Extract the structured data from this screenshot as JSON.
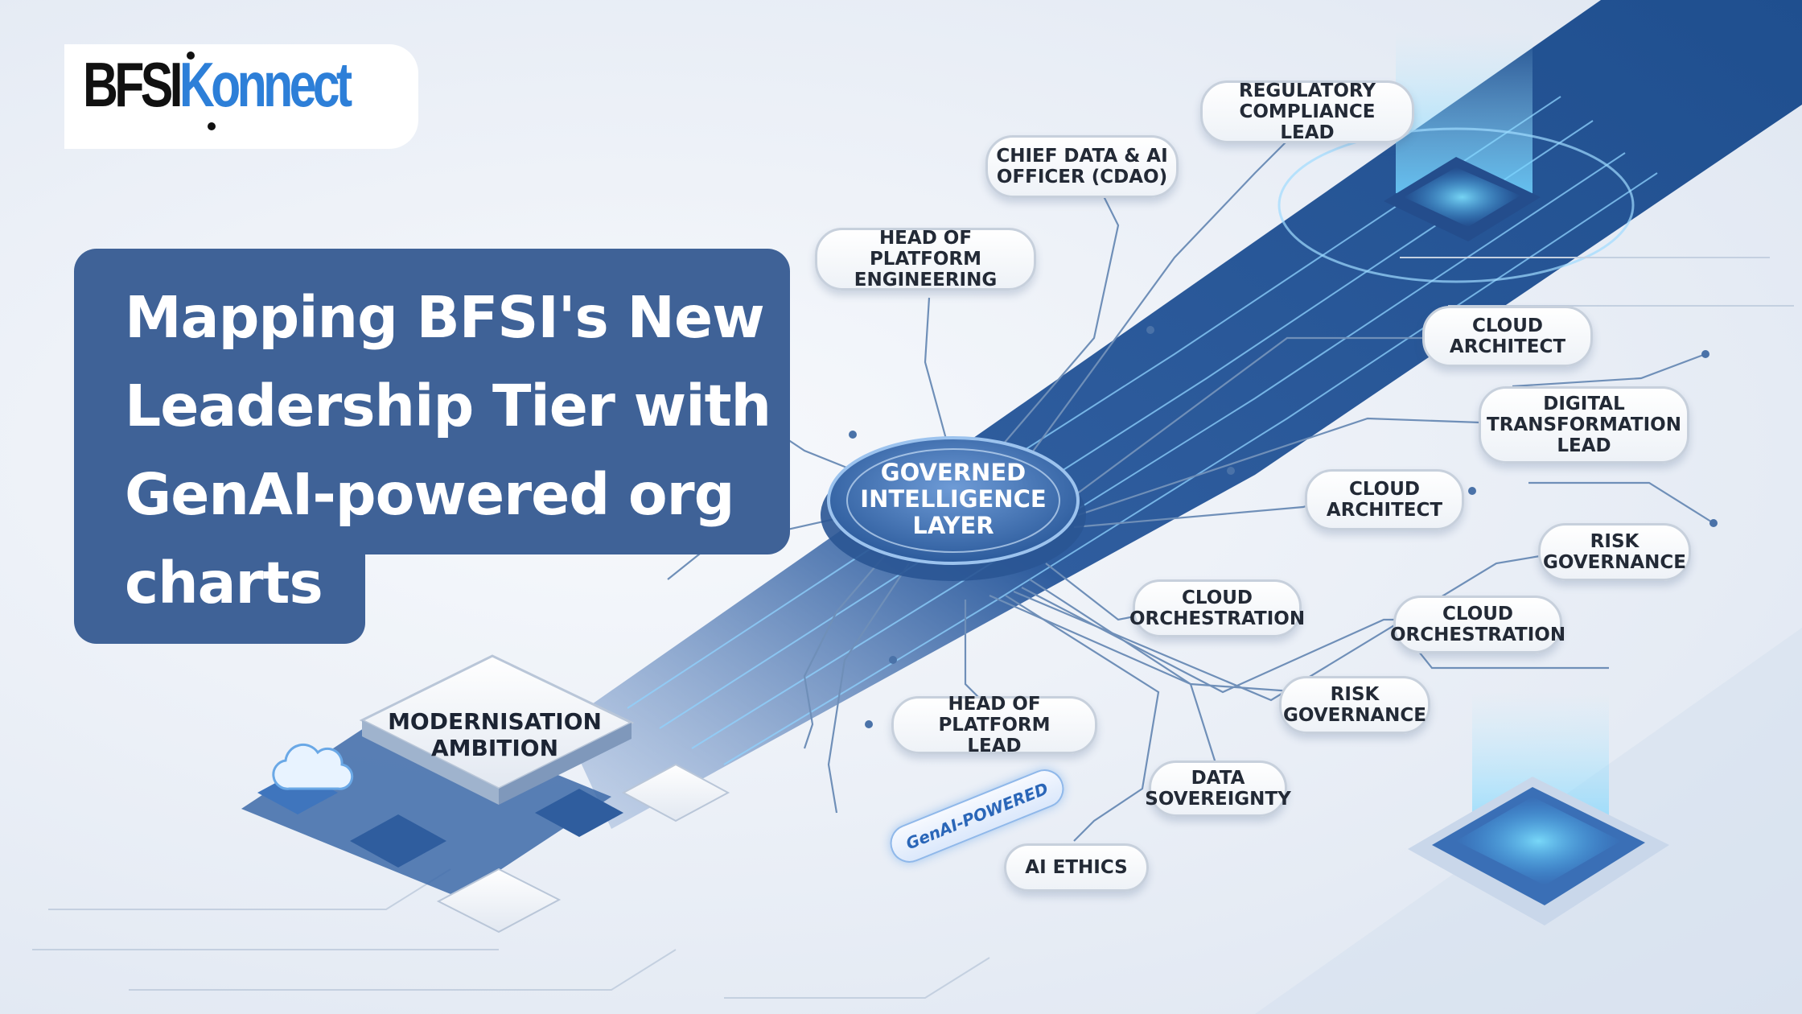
{
  "brand": {
    "prefix": "BFSI",
    "suffix": "Konnect"
  },
  "headline": "Mapping BFSI's New Leadership Tier with GenAI-powered org charts",
  "hub": {
    "label": "GOVERNED\nINTELLIGENCE\nLAYER"
  },
  "modernisation": {
    "label": "MODERNISATION\nAMBITION"
  },
  "badge": {
    "label": "GenAI-POWERED"
  },
  "nodes": {
    "regulatory": "REGULATORY\nCOMPLIANCE LEAD",
    "cdao": "CHIEF DATA & AI\nOFFICER (CDAO)",
    "platform_eng": "HEAD OF PLATFORM\nENGINEERING",
    "cloud_architect_1": "CLOUD\nARCHITECT",
    "digital_transformation": "DIGITAL\nTRANSFORMATION\nLEAD",
    "cloud_architect_2": "CLOUD\nARCHITECT",
    "risk_governance_1": "RISK\nGOVERNANCE",
    "cloud_orchestration_1": "CLOUD\nORCHESTRATION",
    "cloud_orchestration_2": "CLOUD\nORCHESTRATION",
    "risk_governance_2": "RISK\nGOVERNANCE",
    "platform_lead": "HEAD OF PLATFORM\nLEAD",
    "data_sovereignty": "DATA\nSOVEREIGNTY",
    "ai_ethics": "AI ETHICS"
  },
  "colors": {
    "title_panel": "#3f6297",
    "accent_blue": "#2d7fd8",
    "hub_blue": "#3a6fb6",
    "page_bg": "#eef2f8"
  }
}
